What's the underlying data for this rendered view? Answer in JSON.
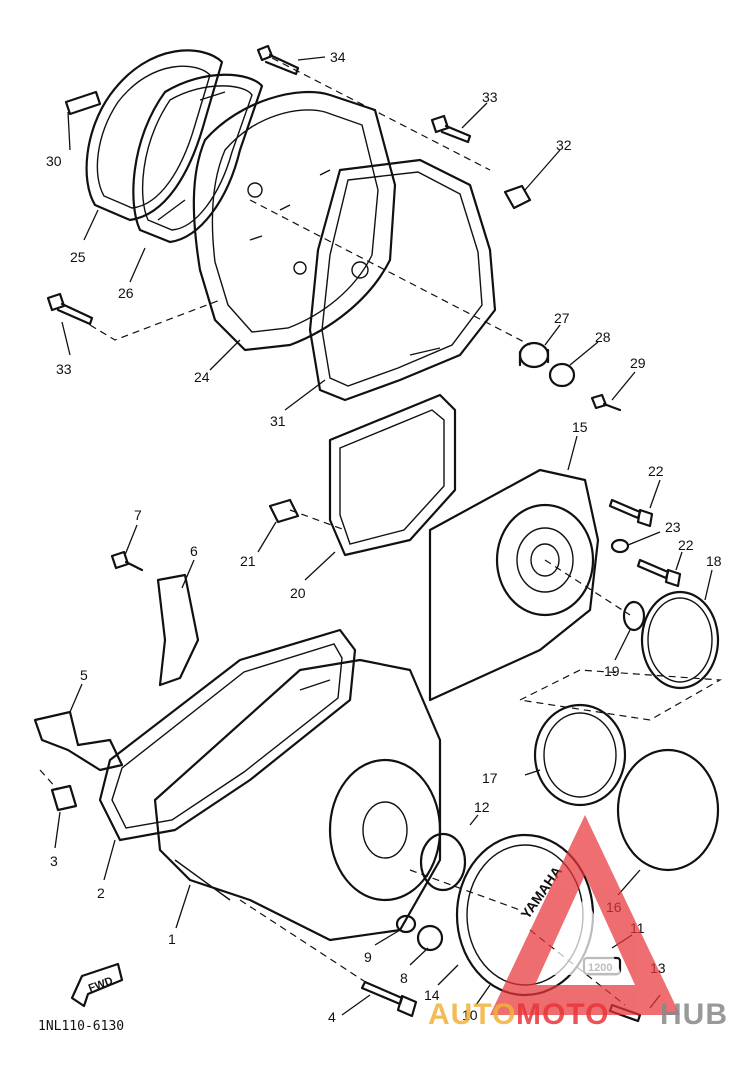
{
  "diagram_code": "1NL110-6130",
  "fwd_label": "FWD",
  "emblem_text": "YAMAHA",
  "badge_text": "1200",
  "callouts": [
    "34",
    "33",
    "32",
    "30",
    "25",
    "26",
    "33",
    "24",
    "31",
    "27",
    "28",
    "29",
    "15",
    "22",
    "23",
    "22",
    "18",
    "7",
    "6",
    "21",
    "20",
    "19",
    "5",
    "17",
    "12",
    "3",
    "2",
    "16",
    "11",
    "1",
    "9",
    "8",
    "14",
    "10",
    "13",
    "4"
  ],
  "watermark": {
    "part1": "AUTO",
    "part2": "MOTO",
    "part3": "HUB",
    "color_primary": "#f0b23a",
    "color_accent": "#e8363a",
    "color_dark": "#888888"
  }
}
